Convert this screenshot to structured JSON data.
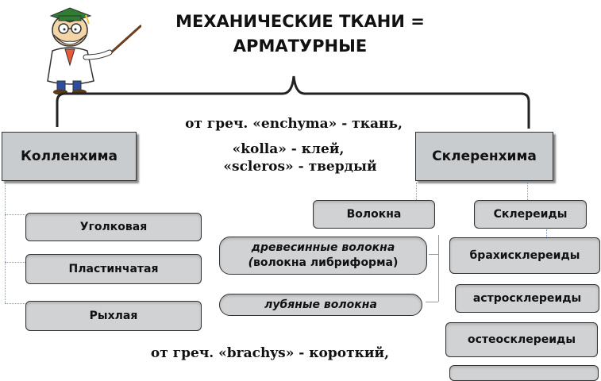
{
  "title_line1": "МЕХАНИЧЕСКИЕ ТКАНИ =",
  "title_line2": "АРМАТУРНЫЕ",
  "etym_top_line1": "от греч. «enchyma» - ткань,",
  "etym_top_line2": "«kolla» - клей,",
  "etym_top_line3": "«scleros» - твердый",
  "etym_bottom": "от греч. «brachys» - короткий,",
  "kollenchyma": {
    "label": "Колленхима",
    "types": [
      "Уголковая",
      "Пластинчатая",
      "Рыхлая"
    ]
  },
  "sklerenchyma": {
    "label": "Склеренхима",
    "fibers": {
      "label": "Волокна",
      "wood_line1": "древесинные волокна",
      "wood_line2_prefix": "(",
      "wood_line2_rest": "волокна либриформа)",
      "bast": "лубяные волокна"
    },
    "sclereids": {
      "label": "Склереиды",
      "types": [
        "брахисклереиды",
        "астросклереиды",
        "остеосклереиды"
      ]
    }
  },
  "colors": {
    "box_fill": "#c9cccf",
    "pill_fill": "#d0d2d4",
    "connector": "#8899bb"
  }
}
